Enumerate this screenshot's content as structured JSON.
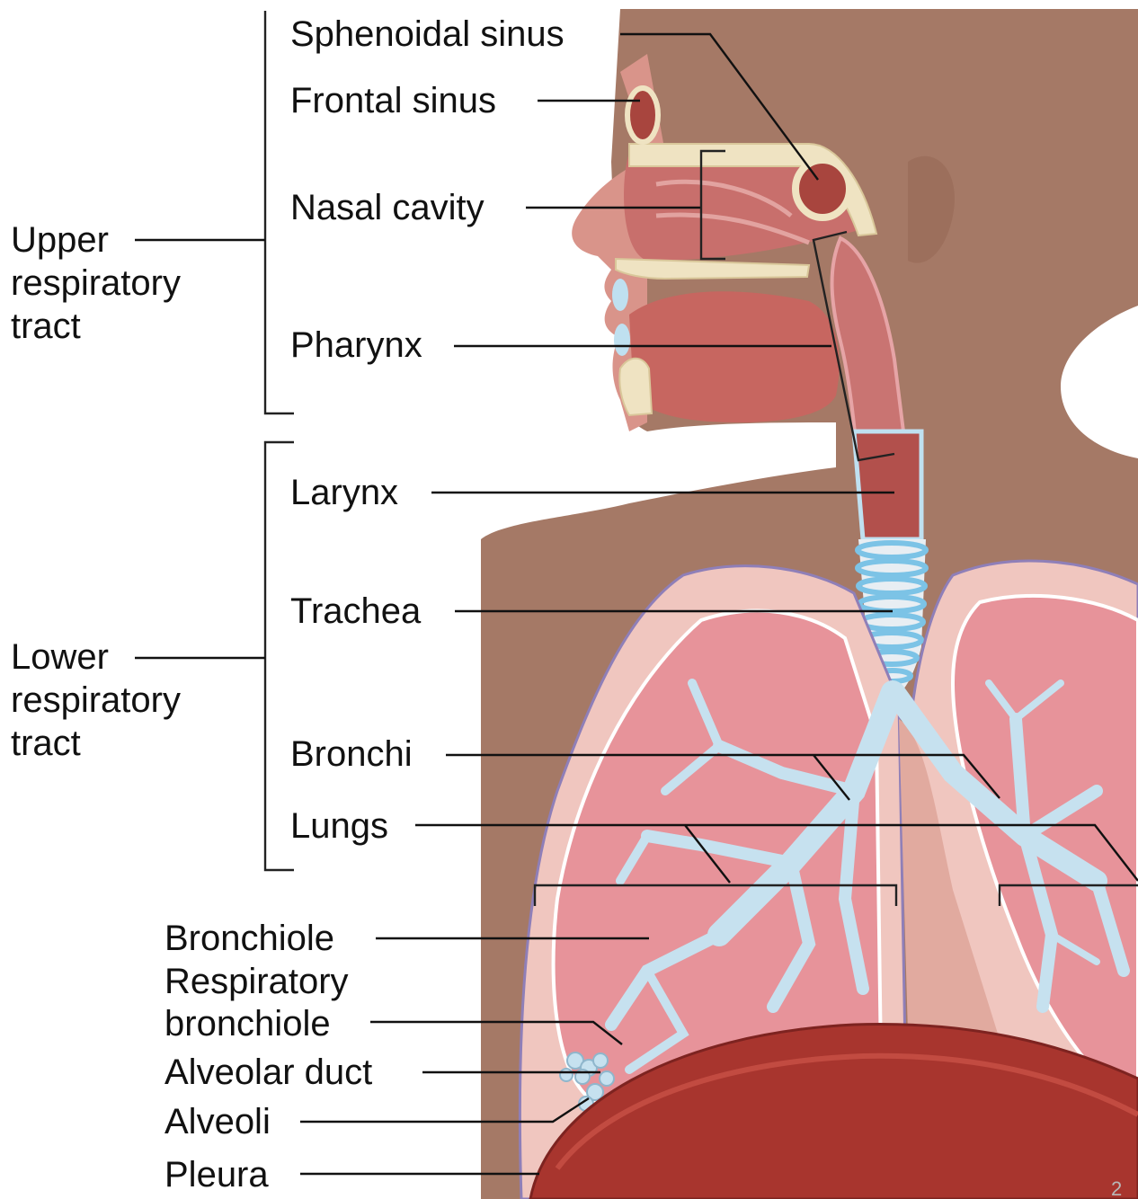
{
  "labels": {
    "sphenoidal_sinus": "Sphenoidal sinus",
    "frontal_sinus": "Frontal sinus",
    "nasal_cavity": "Nasal cavity",
    "pharynx": "Pharynx",
    "larynx": "Larynx",
    "trachea": "Trachea",
    "bronchi": "Bronchi",
    "lungs": "Lungs",
    "bronchiole": "Bronchiole",
    "respiratory_bronchiole_1": "Respiratory",
    "respiratory_bronchiole_2": "bronchiole",
    "alveolar_duct": "Alveolar duct",
    "alveoli": "Alveoli",
    "pleura": "Pleura"
  },
  "groups": {
    "upper": [
      "Upper",
      "respiratory",
      "tract"
    ],
    "lower": [
      "Lower",
      "respiratory",
      "tract"
    ]
  },
  "page_number": "2",
  "colors": {
    "skin": "#a57966",
    "tissue": "#d98b86",
    "lung_outer": "#f0c6bf",
    "lung_inner": "#e7939a",
    "airway": "#c6e1ef",
    "bone": "#efe3c2",
    "diaphragm": "#a8352e",
    "lead_line": "#111111"
  }
}
